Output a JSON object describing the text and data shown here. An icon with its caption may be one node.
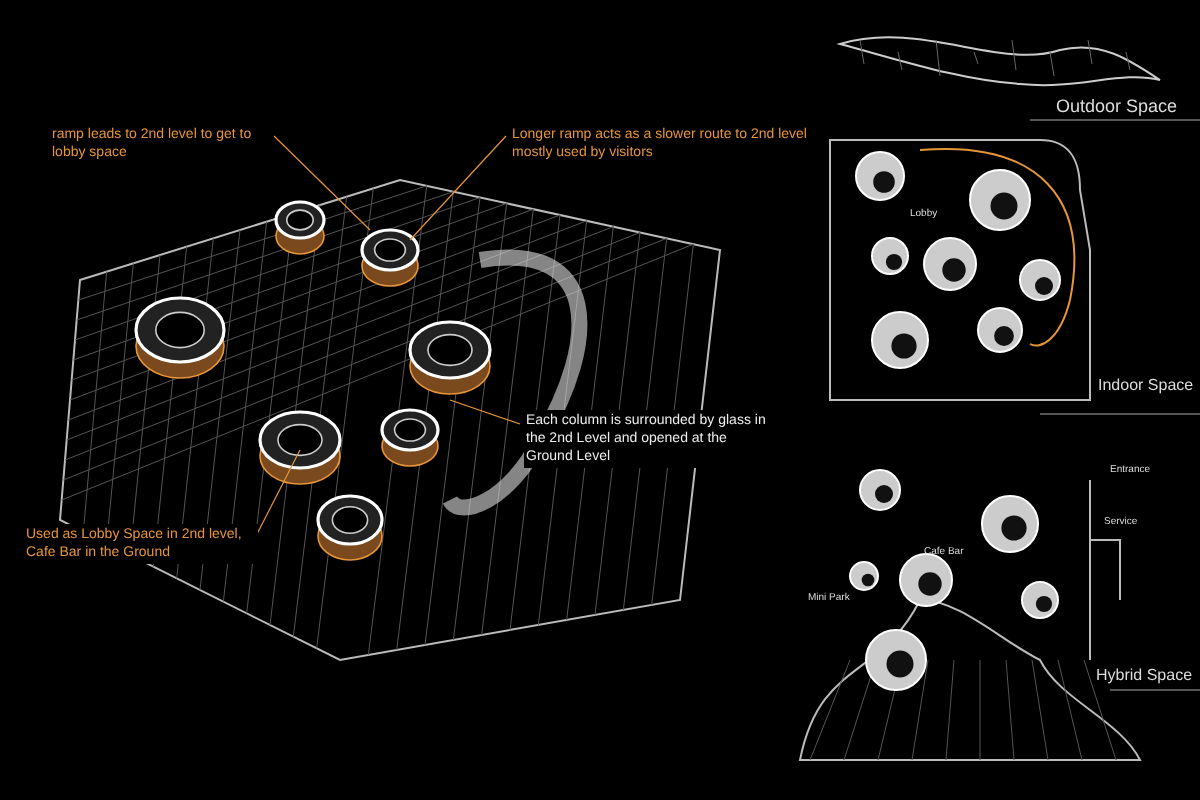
{
  "diagram": {
    "nodes": [
      {
        "text": [
          "ramp leads to 2nd level to get to lobby space"
        ]
      },
      {
        "text": [
          "Longer ramp acts as a slower route to 2nd level mostly used by visitors"
        ]
      },
      {
        "text": [
          "Each column is surrounded by glass in the 2nd Level and opened at the Ground Level"
        ]
      },
      {
        "text": [
          "Used as Lobby Space in 2nd level, Cafe Bar in the Ground"
        ]
      }
    ],
    "edges": [
      {
        "from": 0,
        "to": null,
        "arrow": "none"
      },
      {
        "from": 1,
        "to": null,
        "arrow": "none"
      },
      {
        "from": 2,
        "to": null,
        "arrow": "none"
      },
      {
        "from": 3,
        "to": null,
        "arrow": "none"
      }
    ],
    "labels": [
      "Outdoor Space",
      "Lobby",
      "Indoor Space",
      "Mini Park",
      "Cafe Bar",
      "Entrance",
      "Service",
      "Hybrid Space"
    ]
  }
}
